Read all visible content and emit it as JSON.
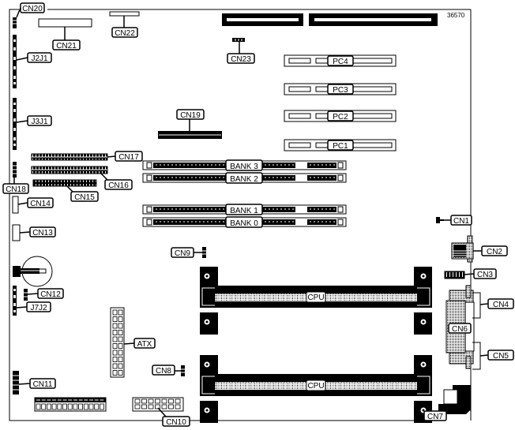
{
  "diagram": {
    "type": "motherboard-layout",
    "figure_id": "36570",
    "colors": {
      "ink": "#000000",
      "paper": "#ffffff",
      "stipple": "#bdbdbd"
    }
  },
  "labels": {
    "cn1": "CN1",
    "cn2": "CN2",
    "cn3": "CN3",
    "cn4": "CN4",
    "cn5": "CN5",
    "cn6": "CN6",
    "cn7": "CN7",
    "cn8": "CN8",
    "cn9": "CN9",
    "cn10": "CN10",
    "cn11": "CN11",
    "cn12": "CN12",
    "cn13": "CN13",
    "cn14": "CN14",
    "cn15": "CN15",
    "cn16": "CN16",
    "cn17": "CN17",
    "cn18": "CN18",
    "cn19": "CN19",
    "cn20": "CN20",
    "cn21": "CN21",
    "cn22": "CN22",
    "cn23": "CN23",
    "j2j1": "J2J1",
    "j3j1": "J3J1",
    "j7j2": "J7J2",
    "atx": "ATX",
    "pc4": "PC4",
    "pc3": "PC3",
    "pc2": "PC2",
    "pc1": "PC1",
    "bank3": "BANK 3",
    "bank2": "BANK 2",
    "bank1": "BANK 1",
    "bank0": "BANK 0",
    "cpu_top": "CPU",
    "cpu_bottom": "CPU"
  }
}
